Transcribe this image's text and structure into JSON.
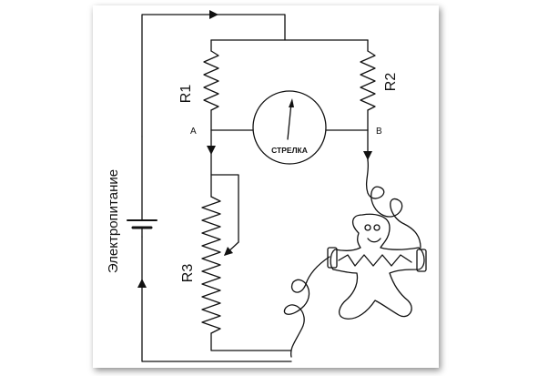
{
  "diagram": {
    "labels": {
      "r1": "R1",
      "r2": "R2",
      "r3": "R3",
      "node_a": "A",
      "node_b": "B",
      "meter": "СТРЕЛКА",
      "power_supply": "Электропитание"
    },
    "colors": {
      "wire": "#111111",
      "background": "#ffffff"
    }
  }
}
